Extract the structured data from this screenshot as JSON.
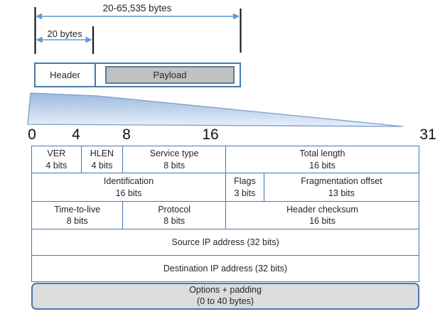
{
  "size_annotations": {
    "total_range_label": "20-65,535 bytes",
    "header_size_label": "20 bytes"
  },
  "segments": {
    "header": "Header",
    "payload": "Payload"
  },
  "bit_positions": [
    "0",
    "4",
    "8",
    "16",
    "31"
  ],
  "fields": {
    "row1": [
      {
        "name": "VER",
        "size": "4 bits"
      },
      {
        "name": "HLEN",
        "size": "4 bits"
      },
      {
        "name": "Service type",
        "size": "8 bits"
      },
      {
        "name": "Total length",
        "size": "16 bits"
      }
    ],
    "row2": [
      {
        "name": "Identification",
        "size": "16 bits"
      },
      {
        "name": "Flags",
        "size": "3 bits"
      },
      {
        "name": "Fragmentation offset",
        "size": "13 bits"
      }
    ],
    "row3": [
      {
        "name": "Time-to-live",
        "size": "8 bits"
      },
      {
        "name": "Protocol",
        "size": "8 bits"
      },
      {
        "name": "Header checksum",
        "size": "16 bits"
      }
    ],
    "row4": "Source IP address (32 bits)",
    "row5": "Destination IP address (32 bits)",
    "options": {
      "line1": "Options + padding",
      "line2": "(0 to 40 bytes)"
    }
  },
  "colors": {
    "table_border_blue": "#4a78ac",
    "arrow_blue": "#5b9bd5",
    "tick_black": "#1a1a1a",
    "funnel_top": "#9cb9de",
    "funnel_bottom": "#e7f0fa",
    "funnel_stroke": "#7e9ecb",
    "payload_fill": "#c1c1c1",
    "payload_border": "#5c7a99",
    "options_fill": "#dcdcdc",
    "text": "#262626"
  }
}
